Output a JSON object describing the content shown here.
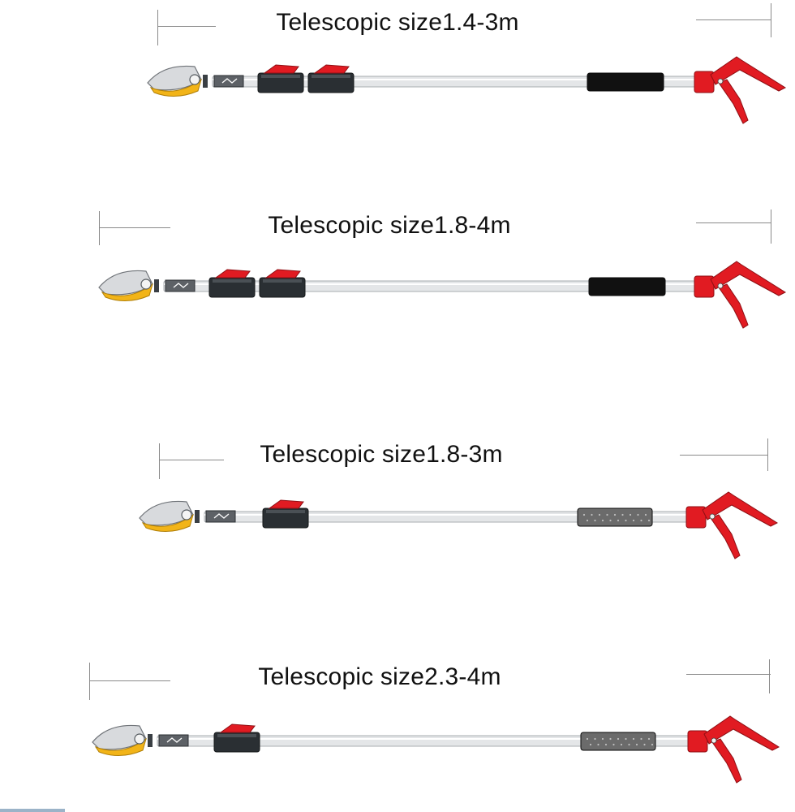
{
  "products": [
    {
      "label": "Telescopic size1.4-3m",
      "locks": 2,
      "grip": "black"
    },
    {
      "label": "Telescopic size1.8-4m",
      "locks": 2,
      "grip": "black"
    },
    {
      "label": "Telescopic size1.8-3m",
      "locks": 1,
      "grip": "gray"
    },
    {
      "label": "Telescopic size2.3-4m",
      "locks": 1,
      "grip": "gray"
    }
  ],
  "colors": {
    "blade_yellow": "#f2b418",
    "handle_red": "#e11b22",
    "pole_silver": "#e4e6e8",
    "grip_black": "#111111",
    "grip_gray": "#6b6b6b",
    "lock_dark": "#2a2f33"
  }
}
